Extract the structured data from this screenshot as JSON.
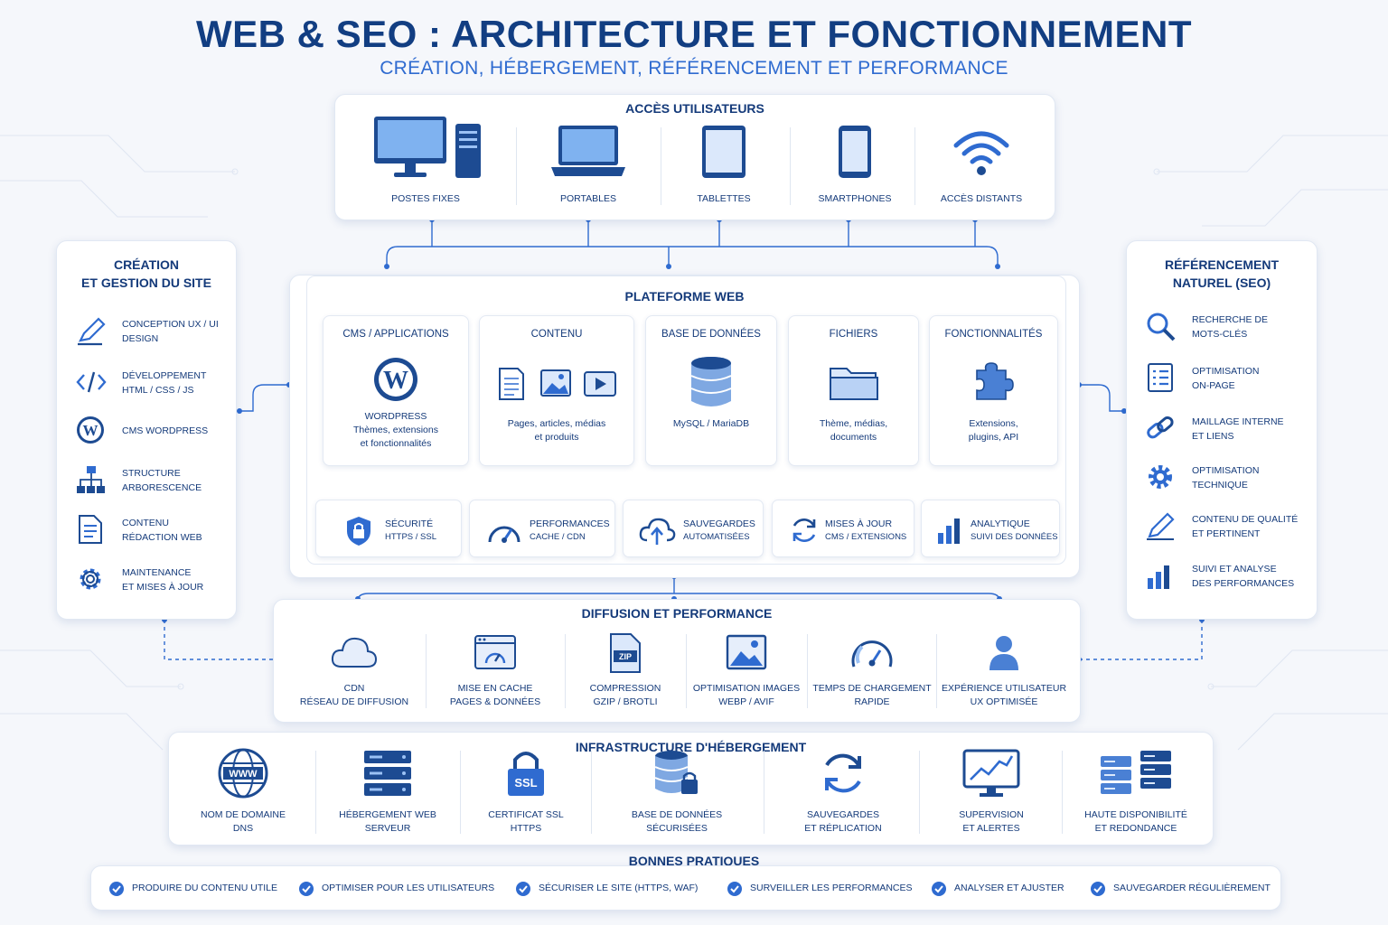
{
  "header": {
    "title": "WEB & SEO : ARCHITECTURE ET FONCTIONNEMENT",
    "subtitle": "CRÉATION, HÉBERGEMENT, RÉFÉRENCEMENT ET PERFORMANCE"
  },
  "users": {
    "title": "ACCÈS UTILISATEURS",
    "items": [
      {
        "label": "POSTES FIXES",
        "icon": "desktop-icon"
      },
      {
        "label": "PORTABLES",
        "icon": "laptop-icon"
      },
      {
        "label": "TABLETTES",
        "icon": "tablet-icon"
      },
      {
        "label": "SMARTPHONES",
        "icon": "smartphone-icon"
      },
      {
        "label": "ACCÈS DISTANTS",
        "icon": "wifi-icon"
      }
    ]
  },
  "creation": {
    "title_line1": "CRÉATION",
    "title_line2": "ET GESTION DU SITE",
    "items": [
      {
        "l1": "CONCEPTION UX / UI",
        "l2": "DESIGN",
        "icon": "pen-icon"
      },
      {
        "l1": "DÉVELOPPEMENT",
        "l2": "HTML / CSS / JS",
        "icon": "code-icon"
      },
      {
        "l1": "CMS WORDPRESS",
        "l2": "",
        "icon": "wordpress-icon"
      },
      {
        "l1": "STRUCTURE",
        "l2": "ARBORESCENCE",
        "icon": "sitemap-icon"
      },
      {
        "l1": "CONTENU",
        "l2": "RÉDACTION WEB",
        "icon": "document-icon"
      },
      {
        "l1": "MAINTENANCE",
        "l2": "ET MISES À JOUR",
        "icon": "gear-icon"
      }
    ]
  },
  "seo": {
    "title_line1": "RÉFÉRENCEMENT",
    "title_line2": "NATUREL (SEO)",
    "items": [
      {
        "l1": "RECHERCHE DE",
        "l2": "MOTS-CLÉS",
        "icon": "search-icon"
      },
      {
        "l1": "OPTIMISATION",
        "l2": "ON-PAGE",
        "icon": "checklist-icon"
      },
      {
        "l1": "MAILLAGE INTERNE",
        "l2": "ET LIENS",
        "icon": "link-icon"
      },
      {
        "l1": "OPTIMISATION",
        "l2": "TECHNIQUE",
        "icon": "gear-icon"
      },
      {
        "l1": "CONTENU DE QUALITÉ",
        "l2": "ET PERTINENT",
        "icon": "pencil-icon"
      },
      {
        "l1": "SUIVI ET ANALYSE",
        "l2": "DES PERFORMANCES",
        "icon": "bar-chart-icon"
      }
    ]
  },
  "platform": {
    "title": "PLATEFORME WEB",
    "modules": [
      {
        "title": "CMS / APPLICATIONS",
        "d1": "WORDPRESS",
        "d2": "Thèmes, extensions",
        "d3": "et fonctionnalités",
        "icon": "wordpress-icon"
      },
      {
        "title": "CONTENU",
        "d1": "Pages, articles, médias",
        "d2": "et produits",
        "d3": "",
        "icon": "content-icons"
      },
      {
        "title": "BASE DE DONNÉES",
        "d1": "MySQL / MariaDB",
        "d2": "",
        "d3": "",
        "icon": "database-icon"
      },
      {
        "title": "FICHIERS",
        "d1": "Thème, médias,",
        "d2": "documents",
        "d3": "",
        "icon": "folder-icon"
      },
      {
        "title": "FONCTIONNALITÉS",
        "d1": "Extensions,",
        "d2": "plugins, API",
        "d3": "",
        "icon": "puzzle-icon"
      }
    ],
    "services": [
      {
        "t1": "SÉCURITÉ",
        "t2": "HTTPS / SSL",
        "icon": "shield-lock-icon"
      },
      {
        "t1": "PERFORMANCES",
        "t2": "CACHE / CDN",
        "icon": "speedometer-icon"
      },
      {
        "t1": "SAUVEGARDES",
        "t2": "AUTOMATISÉES",
        "icon": "cloud-upload-icon"
      },
      {
        "t1": "MISES À JOUR",
        "t2": "CMS / EXTENSIONS",
        "icon": "refresh-icon"
      },
      {
        "t1": "ANALYTIQUE",
        "t2": "SUIVI DES DONNÉES",
        "icon": "bar-chart-icon"
      }
    ]
  },
  "diffusion": {
    "title": "DIFFUSION ET PERFORMANCE",
    "items": [
      {
        "l1": "CDN",
        "l2": "RÉSEAU DE DIFFUSION",
        "icon": "cloud-icon"
      },
      {
        "l1": "MISE EN CACHE",
        "l2": "PAGES & DONNÉES",
        "icon": "browser-gauge-icon"
      },
      {
        "l1": "COMPRESSION",
        "l2": "GZIP / BROTLI",
        "icon": "zip-icon",
        "badge": "ZIP"
      },
      {
        "l1": "OPTIMISATION IMAGES",
        "l2": "WEBP / AVIF",
        "icon": "image-icon"
      },
      {
        "l1": "TEMPS DE CHARGEMENT",
        "l2": "RAPIDE",
        "icon": "speedometer-icon"
      },
      {
        "l1": "EXPÉRIENCE UTILISATEUR",
        "l2": "UX OPTIMISÉE",
        "icon": "user-icon"
      }
    ]
  },
  "hosting": {
    "title": "INFRASTRUCTURE D'HÉBERGEMENT",
    "items": [
      {
        "l1": "NOM DE DOMAINE",
        "l2": "DNS",
        "icon": "globe-www-icon",
        "badge": "WWW"
      },
      {
        "l1": "HÉBERGEMENT WEB",
        "l2": "SERVEUR",
        "icon": "server-icon"
      },
      {
        "l1": "CERTIFICAT SSL",
        "l2": "HTTPS",
        "icon": "ssl-lock-icon",
        "badge": "SSL"
      },
      {
        "l1": "BASE DE DONNÉES",
        "l2": "SÉCURISÉES",
        "icon": "database-lock-icon"
      },
      {
        "l1": "SAUVEGARDES",
        "l2": "ET RÉPLICATION",
        "icon": "sync-icon"
      },
      {
        "l1": "SUPERVISION",
        "l2": "ET ALERTES",
        "icon": "monitor-chart-icon"
      },
      {
        "l1": "HAUTE DISPONIBILITÉ",
        "l2": "ET REDONDANCE",
        "icon": "servers-icon"
      }
    ]
  },
  "best_practices": {
    "title": "BONNES PRATIQUES",
    "items": [
      "PRODUIRE DU CONTENU UTILE",
      "OPTIMISER POUR LES UTILISATEURS",
      "SÉCURISER LE SITE (HTTPS, WAF)",
      "SURVEILLER LES PERFORMANCES",
      "ANALYSER ET AJUSTER",
      "SAUVEGARDER RÉGULIÈREMENT"
    ]
  },
  "colors": {
    "primary": "#143a7a",
    "accent": "#2f6bd0",
    "icon_light": "#9cc2f5",
    "background": "#f5f7fb"
  }
}
